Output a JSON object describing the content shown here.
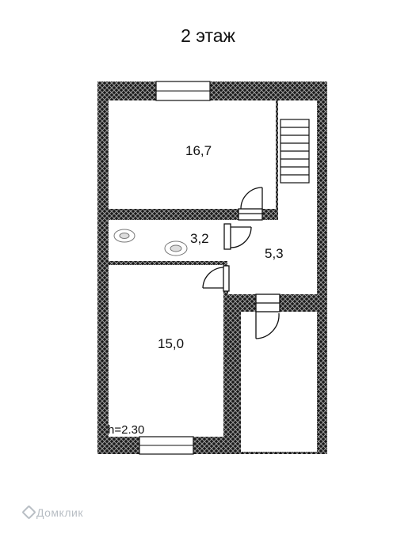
{
  "floor_title": "2 этаж",
  "rooms": [
    {
      "id": "top-room",
      "area": "16,7"
    },
    {
      "id": "bathroom",
      "area": "3,2"
    },
    {
      "id": "hall",
      "area": "5,3"
    },
    {
      "id": "bottom-room",
      "area": "15,0"
    }
  ],
  "ceiling_height": "h=2.30",
  "watermark": "Домклик",
  "colors": {
    "wall_fill": "#1a1a1a",
    "wall_hatch": "#9a9a9a",
    "line": "#111111"
  }
}
